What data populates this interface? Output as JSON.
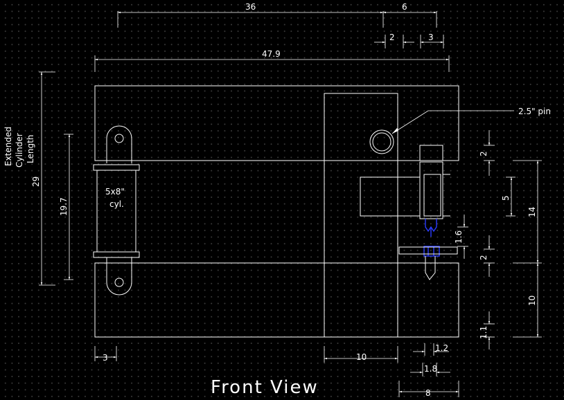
{
  "drawing": {
    "title": "Front View",
    "notes": {
      "pin_label": "2.5\" pin",
      "cylinder_label_1": "5x8\"",
      "cylinder_label_2": "cyl.",
      "extended_1": "Extended",
      "extended_2": "Cylinder",
      "extended_3": "Length"
    },
    "dimensions": {
      "top_36": "36",
      "top_6": "6",
      "top_2": "2",
      "top_3": "3",
      "overall_479": "47.9",
      "left_29": "29",
      "left_197": "19.7",
      "right_2a": "2",
      "right_5": "5",
      "right_14": "14",
      "right_16": "1.6",
      "right_2b": "2",
      "right_10": "10",
      "right_11": "1.1",
      "bottom_3": "3",
      "bottom_10": "10",
      "bottom_12": "1.2",
      "bottom_18": "1.8",
      "bottom_8": "8"
    },
    "colors": {
      "background": "#000000",
      "lines": "#ffffff",
      "accent": "#2b3cff"
    }
  }
}
